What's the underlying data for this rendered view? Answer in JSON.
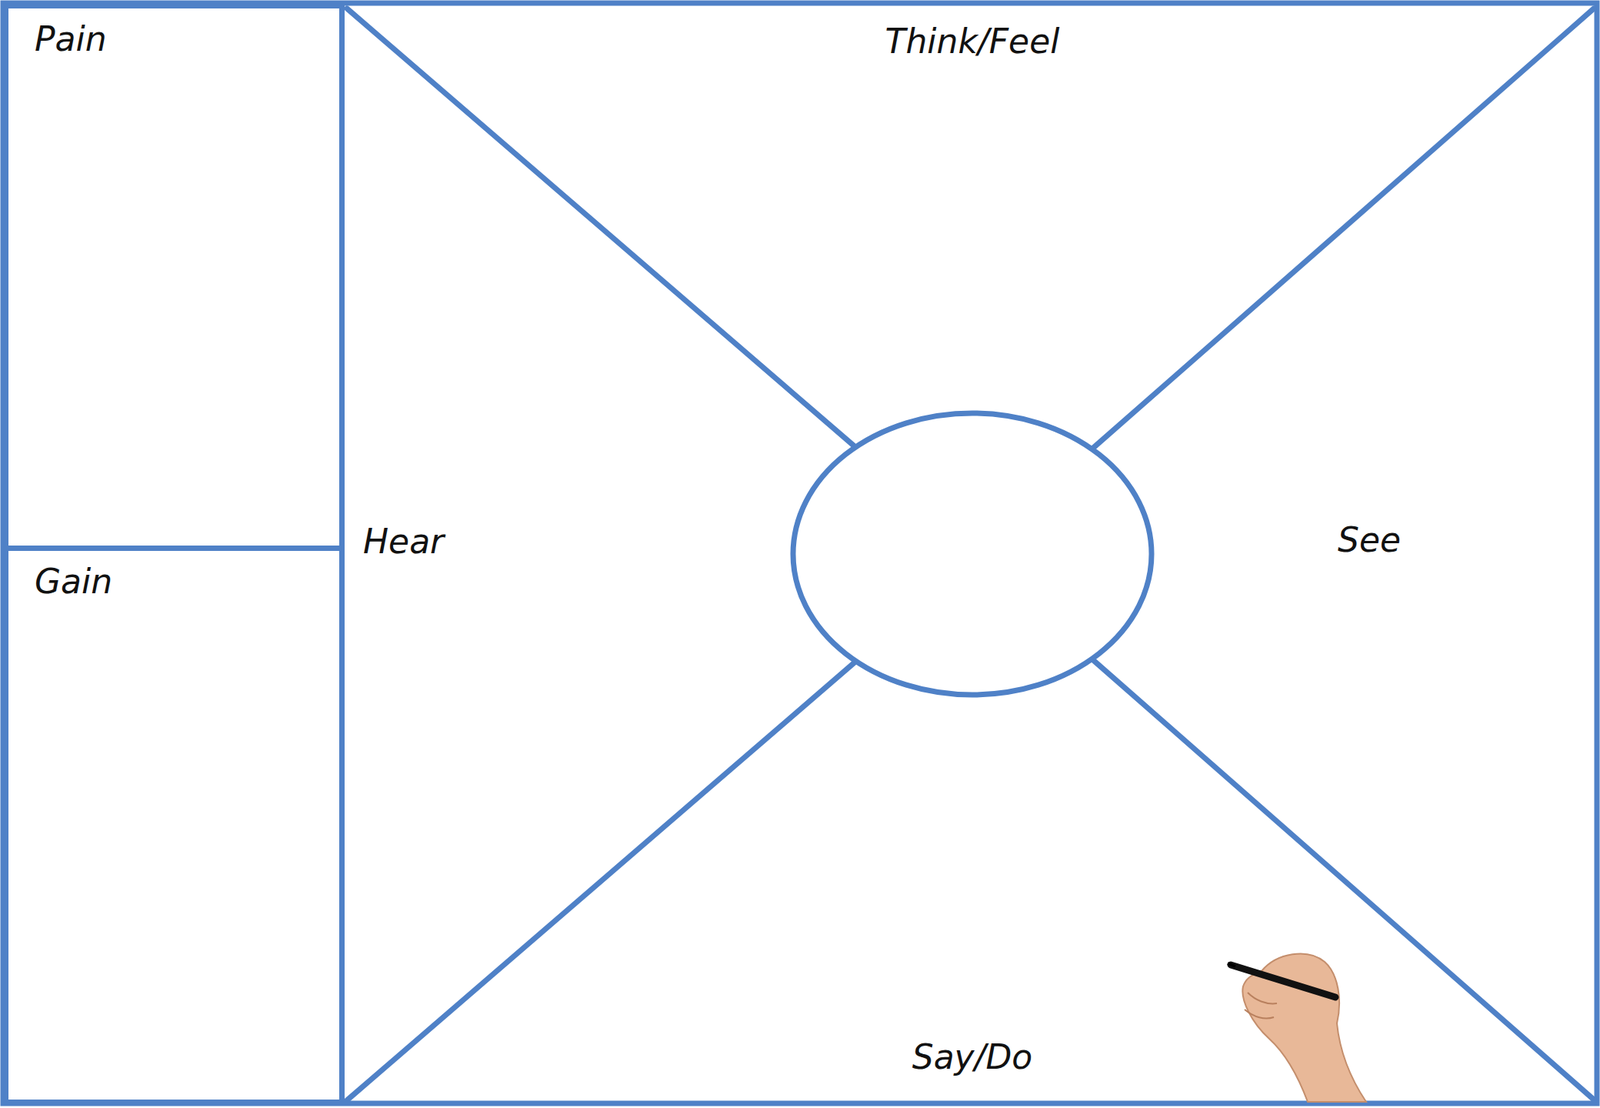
{
  "diagram": {
    "nodes": [
      {
        "text": [
          "Pain"
        ]
      },
      {
        "text": [
          "Gain"
        ]
      }
    ],
    "labels": [
      "Think/Feel",
      "Hear",
      "See",
      "Say/Do"
    ]
  }
}
